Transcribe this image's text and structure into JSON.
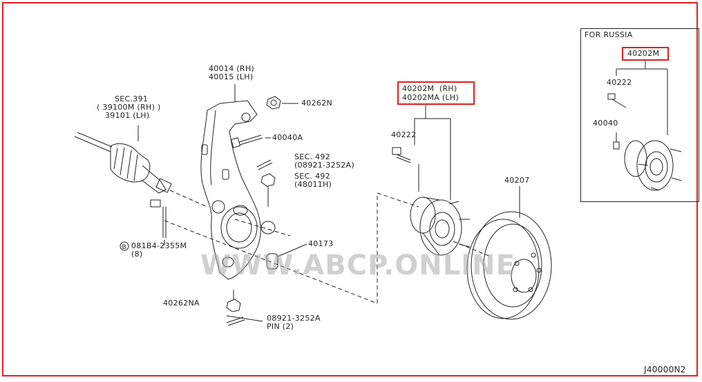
{
  "labels": {
    "knuckle_rh": "40014 (RH)",
    "knuckle_lh": "40015 (LH)",
    "sec391": "SEC.391",
    "shaft_rh": "39100M (RH)",
    "shaft_lh": "39101 (LH)",
    "nut_40262n": "40262N",
    "bolt_40040a": "40040A",
    "sec492_a": "SEC. 492",
    "sec492_a_part": "(08921-3252A)",
    "sec492_b": "SEC. 492",
    "sec492_b_part": "(48011H)",
    "bolt_081b4": "081B4-2355M",
    "bolt_081b4_qty": "(8)",
    "part_40173": "40173",
    "nut_40262na": "40262NA",
    "pin_part": "08921-3252A",
    "pin_label": "PIN (2)",
    "hub_rh": "40202M  (RH)",
    "hub_lh": "40202MA (LH)",
    "stud_40222": "40222",
    "rotor_40207": "40207",
    "diagram_code": "J40000N2"
  },
  "inset": {
    "title": "FOR RUSSIA",
    "hub": "40202M",
    "stud": "40222",
    "bolt": "40040"
  },
  "watermark": "WWW.ABCP.ONLINE",
  "colors": {
    "highlight": "#e02020",
    "line": "#222222"
  }
}
